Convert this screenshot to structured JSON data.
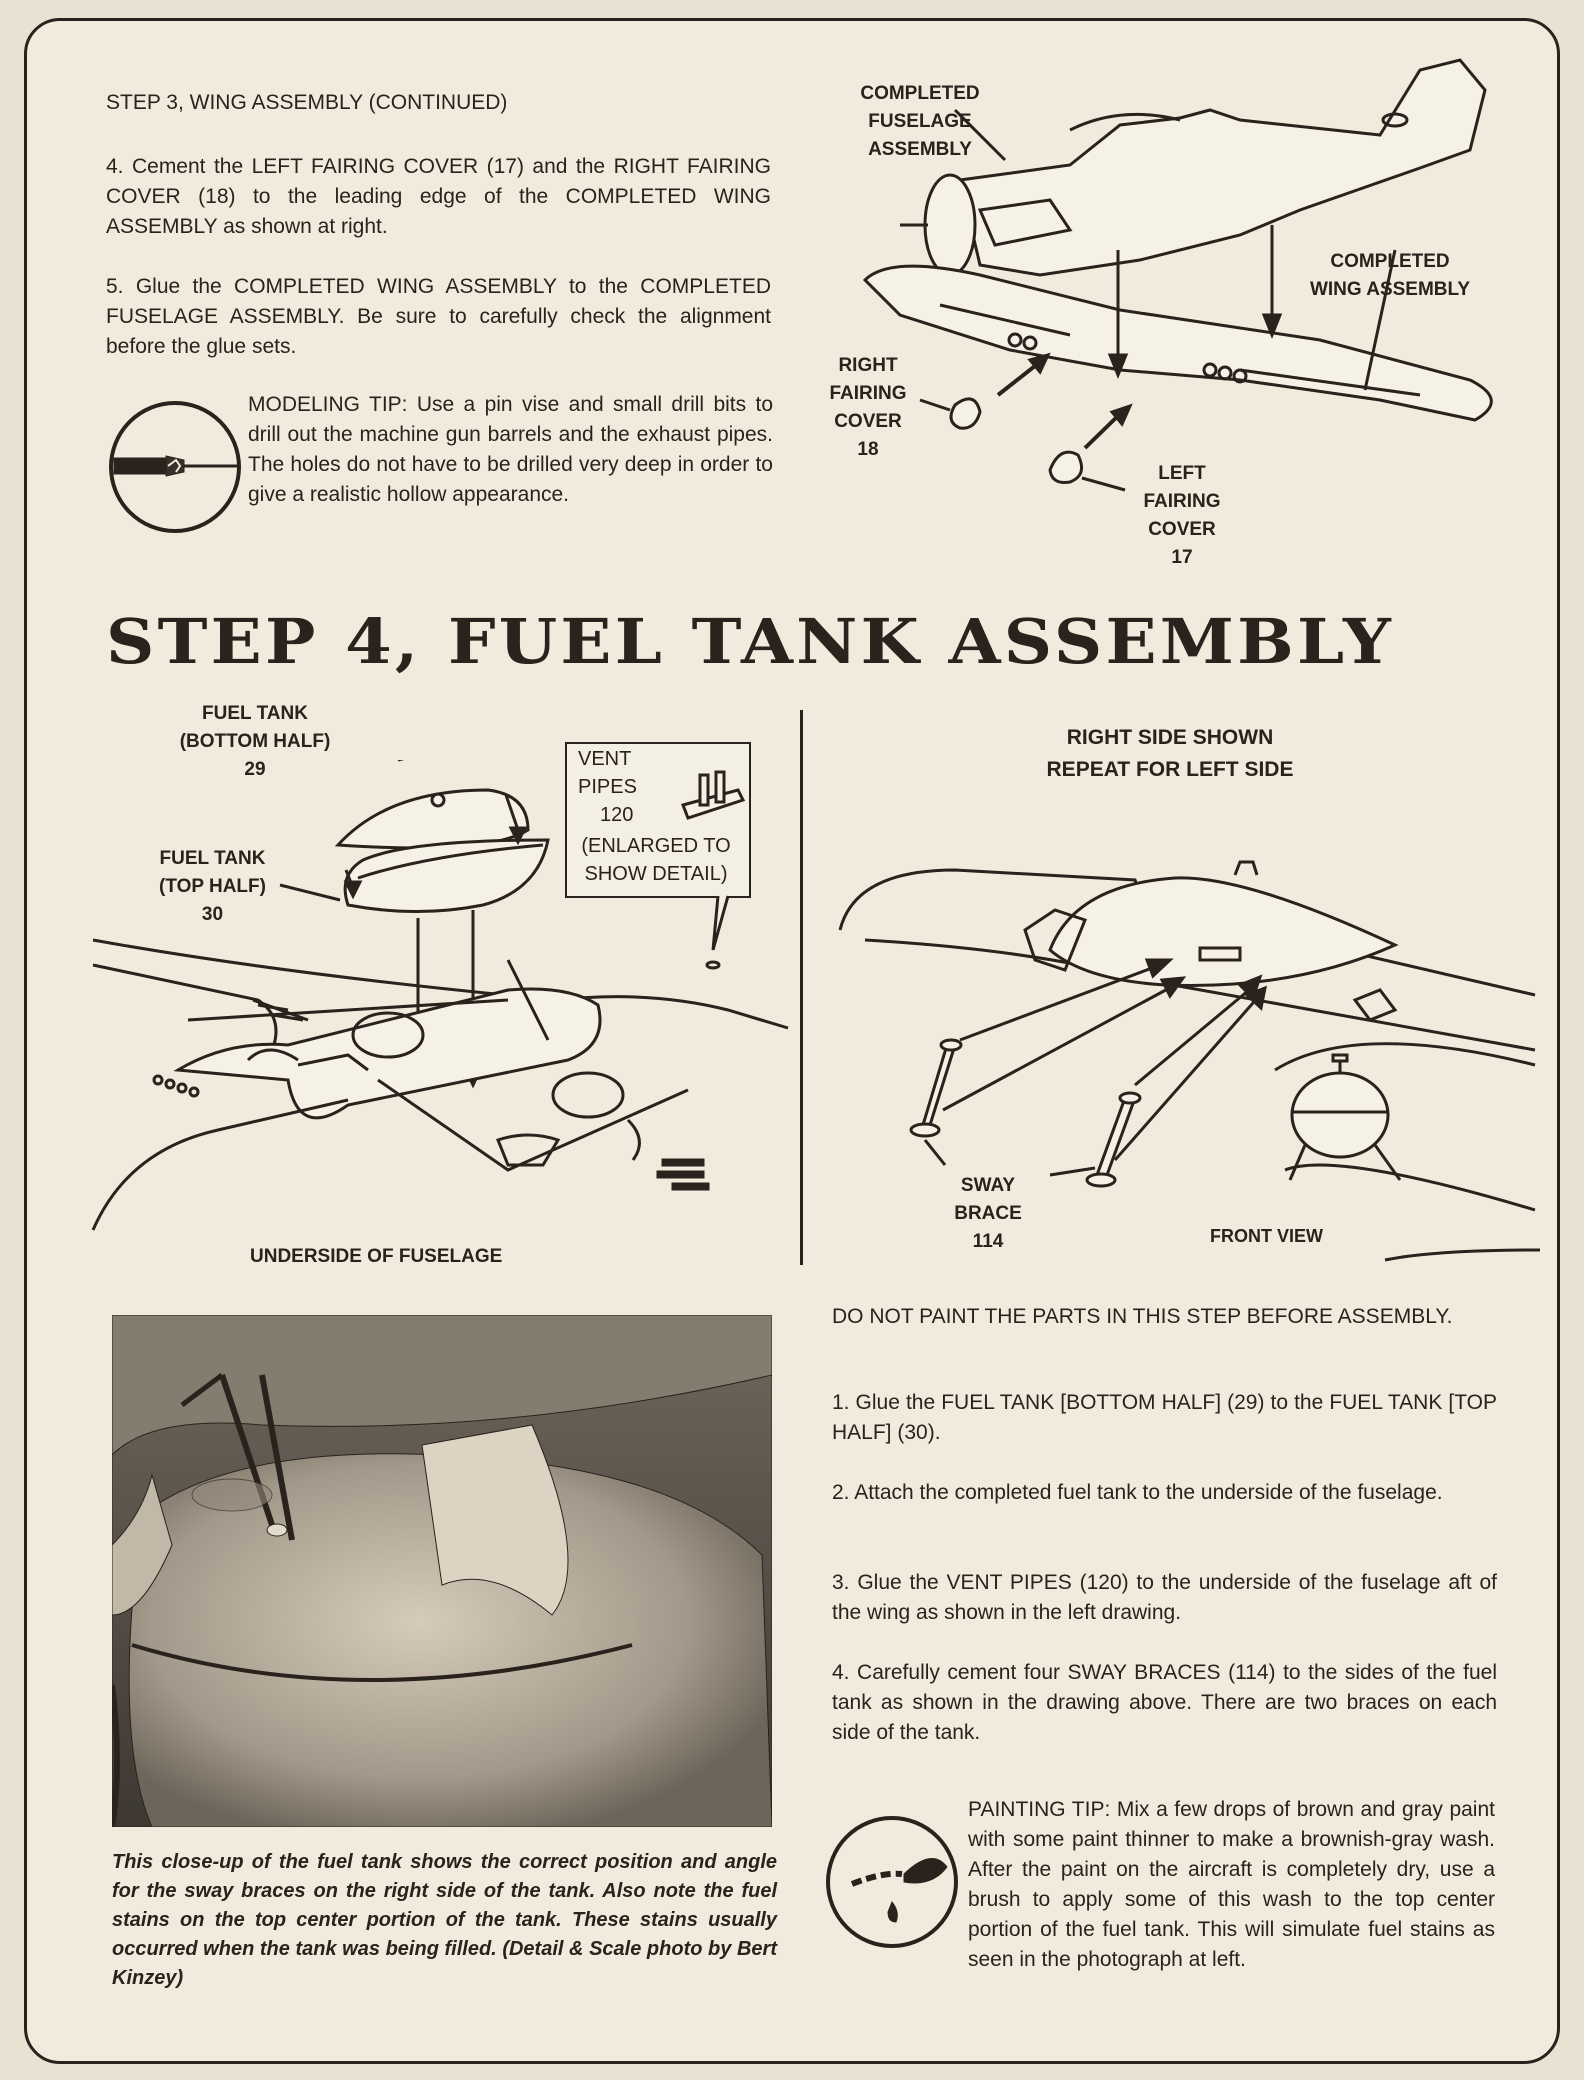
{
  "step3": {
    "heading": "STEP 3, WING ASSEMBLY (CONTINUED)",
    "item4": "4. Cement the LEFT FAIRING COVER (17) and the RIGHT FAIRING COVER (18) to the leading edge of the COMPLETED WING ASSEMBLY as shown at right.",
    "item5": "5. Glue the COMPLETED WING ASSEMBLY to the COMPLETED FUSELAGE ASSEMBLY. Be sure to carefully check the alignment before the glue sets.",
    "modeling_tip": "MODELING TIP: Use a pin vise and small drill bits to drill out the machine gun barrels and the exhaust pipes. The holes do not have to be drilled very deep in order to give a realistic hollow appearance.",
    "labels": {
      "fuselage": [
        "COMPLETED",
        "FUSELAGE",
        "ASSEMBLY"
      ],
      "wing": [
        "COMPLETED",
        "WING ASSEMBLY"
      ],
      "right_cover": [
        "RIGHT",
        "FAIRING",
        "COVER",
        "18"
      ],
      "left_cover": [
        "LEFT",
        "FAIRING",
        "COVER",
        "17"
      ]
    }
  },
  "step4": {
    "title": "STEP 4, FUEL TANK ASSEMBLY",
    "left_diagram": {
      "bottom_half": [
        "FUEL TANK",
        "(BOTTOM HALF)",
        "29"
      ],
      "top_half": [
        "FUEL TANK",
        "(TOP HALF)",
        "30"
      ],
      "vent_pipes": [
        "VENT",
        "PIPES",
        "120",
        "(ENLARGED TO",
        "SHOW DETAIL)"
      ],
      "caption": "UNDERSIDE OF FUSELAGE"
    },
    "right_diagram": {
      "heading": [
        "RIGHT SIDE SHOWN",
        "REPEAT FOR LEFT SIDE"
      ],
      "sway_brace": [
        "SWAY",
        "BRACE",
        "114"
      ],
      "front_view": "FRONT VIEW"
    },
    "warning": "DO NOT PAINT THE PARTS IN THIS STEP BEFORE ASSEMBLY.",
    "item1": "1. Glue the FUEL TANK [BOTTOM HALF] (29) to the FUEL TANK [TOP HALF] (30).",
    "item2": "2. Attach the completed fuel tank to the underside of the fuselage.",
    "item3": "3. Glue the VENT PIPES (120) to the underside of the fuselage aft of the wing as shown in the left drawing.",
    "item4": "4. Carefully cement four SWAY BRACES (114) to the sides of the fuel tank as shown in the drawing above. There are two braces on each side of the tank.",
    "photo_caption": "This close-up of the fuel tank shows the correct position and angle for the sway braces on the right side of the tank. Also note the fuel stains on the top center portion of the tank. These stains usually occurred when the tank was being filled.",
    "photo_credit": "(Detail & Scale photo by Bert Kinzey)",
    "painting_tip": "PAINTING TIP: Mix a few drops of brown and gray paint with some paint thinner to make a brownish-gray wash. After the paint on the aircraft is completely dry, use a brush to apply some of this wash to the top center portion of the fuel tank. This will simulate fuel stains as seen in the photograph at left."
  }
}
